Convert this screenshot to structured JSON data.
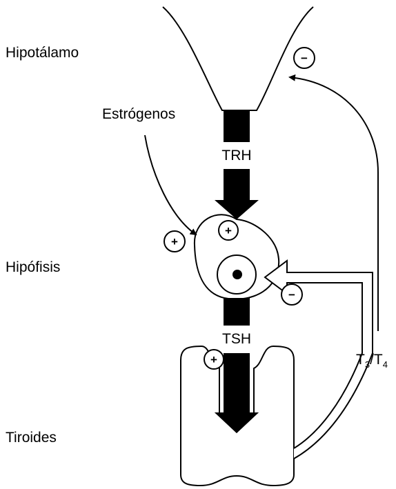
{
  "labels": {
    "hypothalamus": "Hipotálamo",
    "pituitary": "Hipófisis",
    "thyroid": "Tiroides",
    "estrogens": "Estrógenos"
  },
  "molecules": {
    "trh": "TRH",
    "tsh": "TSH",
    "t3": "T",
    "t3_sub": "3",
    "slash": "/",
    "t4": "T",
    "t4_sub": "4"
  },
  "signs": {
    "negative": "−",
    "positive": "+"
  },
  "colors": {
    "ink": "#000000",
    "paper": "#ffffff"
  }
}
